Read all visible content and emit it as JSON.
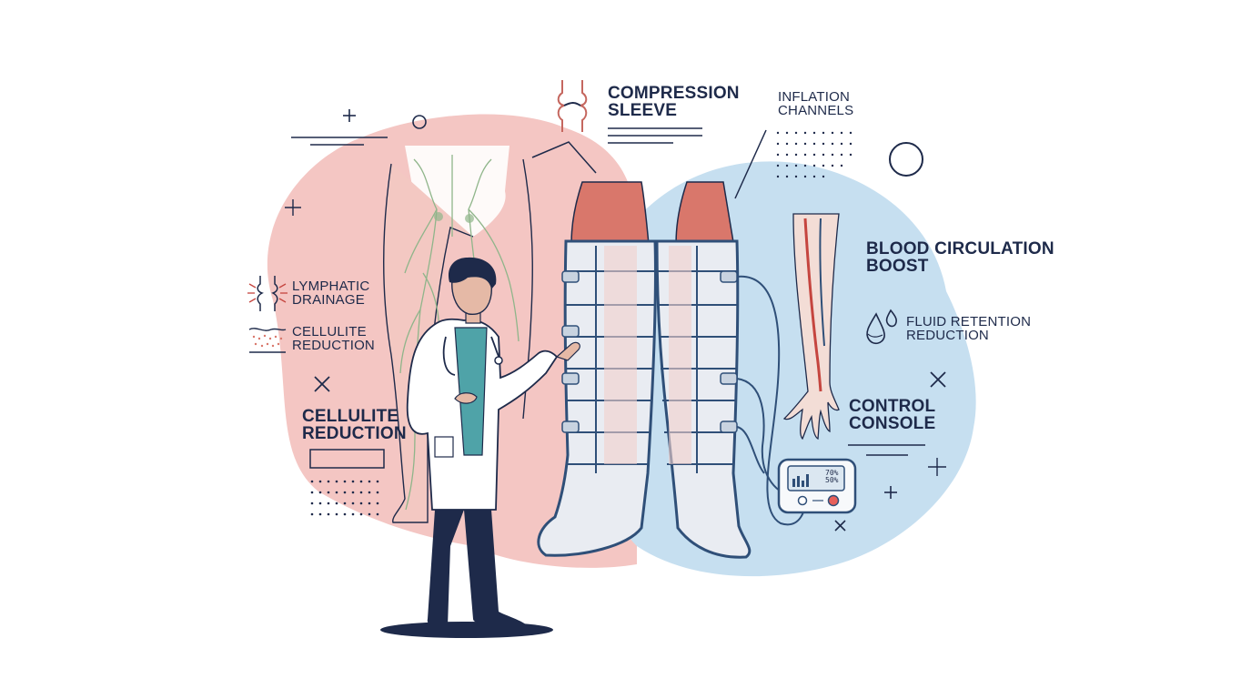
{
  "labels": {
    "compression_sleeve": {
      "line1": "COMPRESSION",
      "line2": "SLEEVE"
    },
    "inflation_channels": {
      "line1": "INFLATION",
      "line2": "CHANNELS"
    },
    "blood_circulation": {
      "line1": "BLOOD CIRCULATION",
      "line2": "BOOST"
    },
    "fluid_retention": {
      "line1": "FLUID RETENTION",
      "line2": "REDUCTION"
    },
    "control_console": {
      "line1": "CONTROL",
      "line2": "CONSOLE"
    },
    "lymphatic_drainage": {
      "line1": "LYMPHATIC",
      "line2": "DRAINAGE"
    },
    "cellulite_small": {
      "line1": "CELLULITE",
      "line2": "REDUCTION"
    },
    "cellulite_large": {
      "line1": "CELLULITE",
      "line2": "REDUCTION"
    }
  },
  "console": {
    "reading1": "70%",
    "reading2": "50%"
  },
  "colors": {
    "navy": "#1e2a4a",
    "pink_blob": "#f4c6c3",
    "blue_blob": "#c6dff0",
    "sleeve_fill": "#e9ecf2",
    "sleeve_outline": "#2f4f78",
    "muscle": "#d9776b",
    "vein_green": "#8fb58a",
    "skin": "#f0d2c6",
    "shirt": "#4fa3a8"
  },
  "icons": [
    "plus-icon",
    "circle-icon",
    "cross-icon",
    "sparkle-icon",
    "water-drops-icon",
    "knee-joint-icon",
    "skin-layers-icon"
  ]
}
